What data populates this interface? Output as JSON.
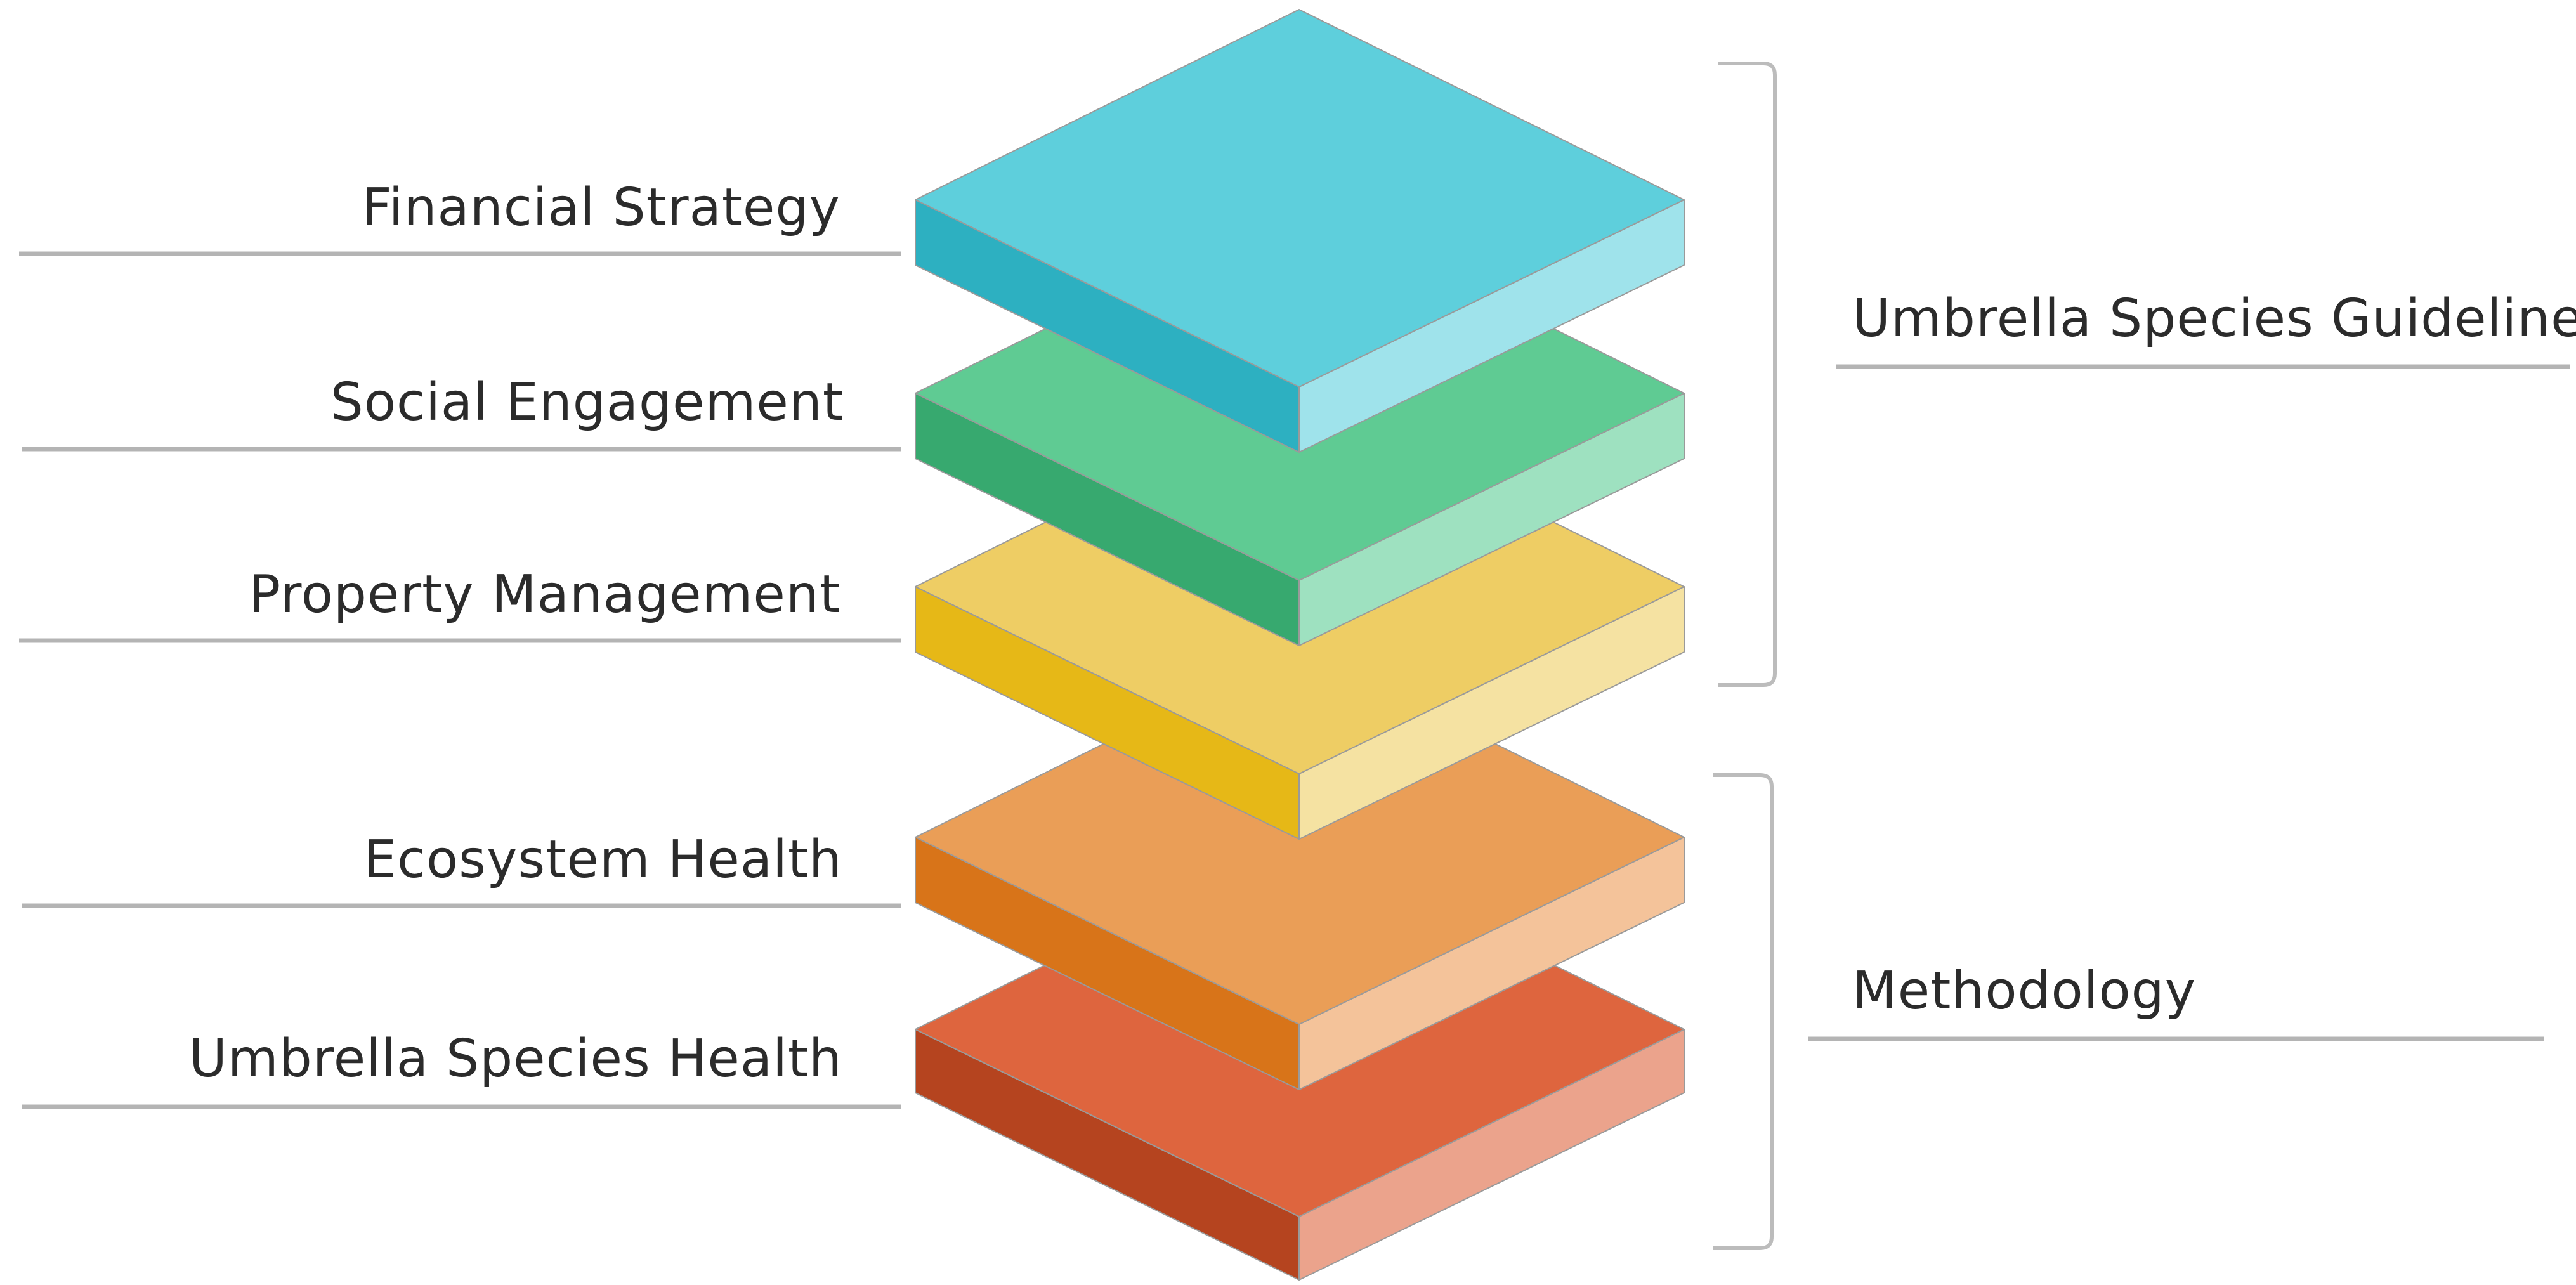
{
  "layers": [
    {
      "label": "Financial Strategy",
      "colors": {
        "top": "#5ECFDC",
        "left": "#2DB0C1",
        "right": "#9FE3EB"
      }
    },
    {
      "label": "Social Engagement",
      "colors": {
        "top": "#5FCB93",
        "left": "#37A96F",
        "right": "#9EE1C0"
      }
    },
    {
      "label": "Property Management",
      "colors": {
        "top": "#EECD64",
        "left": "#E6B817",
        "right": "#F5E2A2"
      }
    },
    {
      "label": "Ecosystem Health",
      "colors": {
        "top": "#EA9E57",
        "left": "#D87419",
        "right": "#F4C39A"
      }
    },
    {
      "label": "Umbrella Species Health",
      "colors": {
        "top": "#DE653E",
        "left": "#B5441F",
        "right": "#EBA38C"
      }
    }
  ],
  "groups": [
    {
      "label": "Umbrella Species Guideline"
    },
    {
      "label": "Methodology"
    }
  ],
  "line_color": "#b4b4b4",
  "text_color": "#2b2b2b"
}
